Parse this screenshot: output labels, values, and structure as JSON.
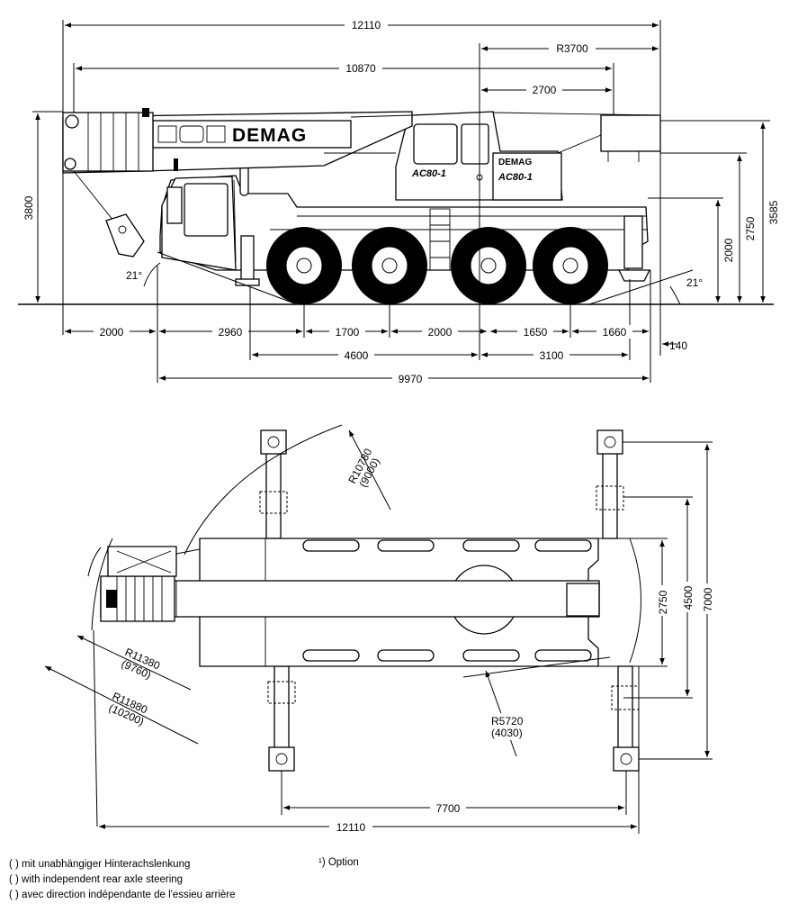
{
  "side_view": {
    "dims": {
      "overall_length": "12110",
      "boom_length": "10870",
      "tail_radius": "R3700",
      "rear_overhang": "2700",
      "height_total": "3800",
      "height_cab": "3585",
      "height_outrigger": "2750",
      "height_mid": "2000",
      "approach_angle": "21°",
      "departure_angle": "21°",
      "boom_overhang": "2000",
      "front_axle": "2960",
      "axle_1_2": "1700",
      "axle_2_3": "2000",
      "axle_3_4": "1650",
      "rear_last": "1660",
      "rear_tip": "140",
      "wheelbase_front": "4600",
      "wheelbase_rear": "3100",
      "chassis_length": "9970"
    },
    "labels": {
      "brand": "DEMAG",
      "brand_small": "DEMAG",
      "model_cab": "AC80-1",
      "model_super": "AC80-1"
    }
  },
  "top_view": {
    "dims": {
      "swing_radius": "R10780",
      "swing_radius_alt": "(9000)",
      "front_radius": "R11380",
      "front_radius_alt": "(9760)",
      "outer_radius": "R11880",
      "outer_radius_alt": "(10200)",
      "tail_swing": "R5720",
      "tail_swing_alt": "(4030)",
      "width_chassis": "2750",
      "width_outrigger_mid": "4500",
      "width_outrigger_full": "7000",
      "outrigger_span": "7700",
      "overall_length": "12110"
    }
  },
  "legend": {
    "line_de": "( )  mit unabhängiger Hinterachslenkung",
    "line_en": "( )  with independent rear axle steering",
    "line_fr": "( )  avec direction indépendante de l'essieu arrière",
    "option": "¹) Option"
  }
}
